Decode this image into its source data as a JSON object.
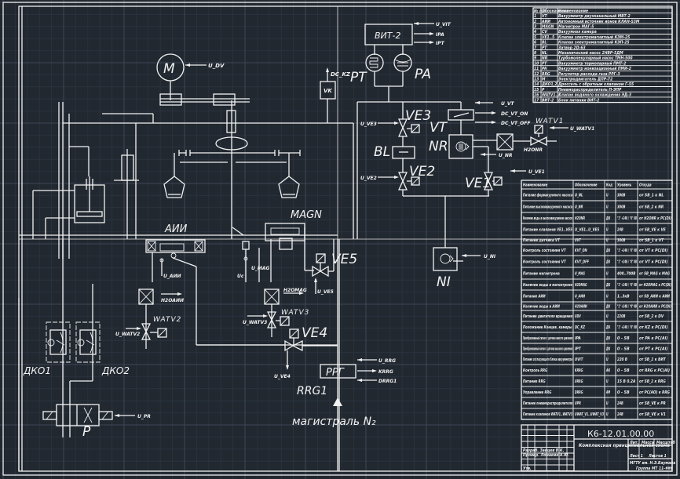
{
  "drawing": {
    "code": "К6-12.01.00.00",
    "title": "Комплексная принципиальная схема",
    "org": "МГТУ им. Н.Э.Баумана",
    "group": "Группа МТ 11-###",
    "sheet": "Лист 1",
    "sheets": "Листов 1",
    "stamp_cols": [
      "Лит.",
      "Масса",
      "Масштаб"
    ],
    "stamp_rows": [
      "Разраб. Зайцев В.К.",
      "Провер. Ломакин А.Ю.",
      "Утв."
    ]
  },
  "components_table": {
    "headers": [
      "№ п/п",
      "Обозначение",
      "Наименование"
    ],
    "rows": [
      [
        "1",
        "VT",
        "Вакуумметр двухканальный МВТ-2"
      ],
      [
        "2",
        "АИИ",
        "Автономный источник ионов КЛАН-53М"
      ],
      [
        "3",
        "MAGN",
        "Магнетрон МАГ-5"
      ],
      [
        "4",
        "CV",
        "Вакуумная камера"
      ],
      [
        "5",
        "VE1..5",
        "Клапан электромагнитный КЭМ-25"
      ],
      [
        "6",
        "BL",
        "Клапан электромагнитный КЭП-25"
      ],
      [
        "7",
        "PT",
        "Затвор 2D-63"
      ],
      [
        "8",
        "NL",
        "Механический насос 2НВР-5ДМ"
      ],
      [
        "9",
        "NR",
        "Турбомолекулярный насос ТМН-500"
      ],
      [
        "10",
        "PT",
        "Вакуумметр термопарный ПМТ-2"
      ],
      [
        "11",
        "PA",
        "Вакуумметр ионизационный ПМИ-2"
      ],
      [
        "12",
        "RRG",
        "Регулятор расхода газа РРГ-3"
      ],
      [
        "13",
        "M",
        "Электродвигатель ДПР-72"
      ],
      [
        "14",
        "ДКО1,2",
        "Дроссель с обратным клапаном Г-55"
      ],
      [
        "15",
        "P",
        "Пневмораспределитель П-ЭПР"
      ],
      [
        "16",
        "WATV1..3",
        "Клапан водяного охлаждения ЭД-3"
      ],
      [
        "17",
        "ВИТ-2",
        "Блок питания ВИТ-2"
      ]
    ]
  },
  "signals_table": {
    "headers": [
      "Наименование",
      "Обозначение",
      "Код",
      "Уровень",
      "Откуда"
    ],
    "rows": [
      [
        "Питание форвакуумного насоса",
        "U_NL",
        "U",
        "380В",
        "от SB_1 к NL"
      ],
      [
        "Питание высоковакуумного насоса",
        "U_NR",
        "U",
        "380В",
        "от SB_2 к NR"
      ],
      [
        "Наличие воды в высоковакуумном насосе",
        "H2ONR",
        "ДК",
        "\"1\" +24В / \"0\" 0В",
        "от H2ONR к PC(DI)"
      ],
      [
        "Питание клапанов VE1..VE5",
        "U_VE1..U_VE5",
        "U",
        "24В",
        "от SB_VE к VE"
      ],
      [
        "Питание датчика VT",
        "UVT",
        "U",
        "380В",
        "от SB_1 к VT"
      ],
      [
        "Контроль состояния VT",
        "KVT_ON",
        "ДК",
        "\"1\" +24В / \"0\" 0В",
        "от VT к PC(DI)"
      ],
      [
        "Контроль состояния VT",
        "KVT_OFF",
        "ДК",
        "\"1\" +24В / \"0\" 0В",
        "от VT к PC(DI)"
      ],
      [
        "Питание магнетрона",
        "U_MAG",
        "U",
        "400..700В",
        "от SB_MAG к MAG"
      ],
      [
        "Наличие воды в магнетроне",
        "H2OMAG",
        "ДК",
        "\"1\" +24В / \"0\" 0В",
        "от H2OMAG к PC(DI)"
      ],
      [
        "Питание АИИ",
        "U_AИИ",
        "U",
        "1..3кВ",
        "от SB_AИИ к AИИ"
      ],
      [
        "Наличие воды в АИИ",
        "H2OAИИ",
        "ДК",
        "\"1\" +24В / \"0\" 0В",
        "от H2OAИИ к PC(DI)"
      ],
      [
        "Питание двигателя вращения",
        "UDV",
        "U",
        "220В",
        "от SB_2 к DV"
      ],
      [
        "Положение Концев. камеры",
        "DC_KZ",
        "ДК",
        "\"1\" +24В / \"0\" 0В",
        "от KZ к PC(DI)"
      ],
      [
        "Преобразованный сигнал с датчика низкого давления",
        "IPA",
        "ДК",
        "0 - 5В",
        "от PA к PC(AI)"
      ],
      [
        "Преобразованный сигнал с датчика высокого давления",
        "IPT",
        "ДК",
        "0 - 5В",
        "от PT к PC(AI)"
      ],
      [
        "Питание согласующего блока вакуумметра",
        "UVIT",
        "U",
        "220 В",
        "от SB_2 к ВИТ"
      ],
      [
        "Контроль RRG",
        "KRRG",
        "АК",
        "0 - 5В",
        "от RRG к PC(AI)"
      ],
      [
        "Питание RRG",
        "URRG",
        "U",
        "15 В 0.2А",
        "от SB_2 к RRG"
      ],
      [
        "Управление RRG",
        "DRRG",
        "АМ",
        "0 - 5В",
        "от PC(AO) к RRG"
      ],
      [
        "Питание пневмораспределителя",
        "UPR",
        "U",
        "24В",
        "от SB_VE к PR"
      ],
      [
        "Питание клапанов WATV1..WATV3",
        "UWAT_V1..UWAT_V3",
        "U",
        "24В",
        "от SB_VE к V1"
      ]
    ]
  },
  "labels": {
    "motor": "M",
    "u_dv": "U_DV",
    "vk": "VK",
    "dc_kz": "DC_KZ",
    "vit": "ВИТ-2",
    "u_vit": "U_VIT",
    "ipa": "IPA",
    "ipt": "IPT",
    "pt": "PT",
    "pa": "PA",
    "ve3": "VE3",
    "u_ve3": "U_VE3",
    "vt": "VT",
    "u_vt": "U_VT",
    "dc_vt_on": "DC_VT_ON",
    "dc_vt_off": "DC_VT_OFF",
    "watv1": "WATV1",
    "u_watv1": "U_WATV1",
    "h2onr": "H2ONR",
    "bl": "BL",
    "nr": "NR",
    "u_nr": "U_NR",
    "ve2": "VE2",
    "u_ve2": "U_VE2",
    "ve1": "VE1",
    "u_ve1": "U_VE1",
    "ni": "NI",
    "u_ni": "U_NI",
    "aii": "АИИ",
    "u_aii": "U_AИИ",
    "h2oaii": "H2OAИИ",
    "uc": "Uc",
    "u_mag": "U_MAG",
    "magn": "MAGN",
    "h2omag": "H2OMAG",
    "ve5": "VE5",
    "u_ve5": "U_VE5",
    "watv2": "WATV2",
    "u_watv2": "U_WATV2",
    "watv3": "WATV3",
    "u_watv3": "U_WATV3",
    "ve4": "VE4",
    "u_ve4": "U_VE4",
    "rrg_box": "РРГ",
    "rrg1": "RRG1",
    "u_rrg": "U_RRG",
    "krrg": "KRRG",
    "drrg1": "DRRG1",
    "mains": "магистраль N₂",
    "dko1": "ДКО1",
    "dko2": "ДКО2",
    "p": "P",
    "u_pr": "U_PR"
  }
}
